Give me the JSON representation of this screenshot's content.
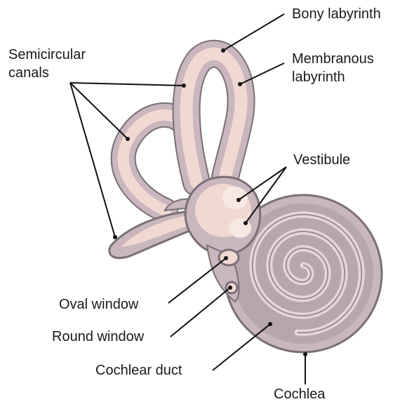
{
  "labels": {
    "bony_labyrinth": "Bony labyrinth",
    "membranous_labyrinth_1": "Membranous",
    "membranous_labyrinth_2": "labyrinth",
    "semicircular_canals_1": "Semicircular",
    "semicircular_canals_2": "canals",
    "vestibule": "Vestibule",
    "oval_window": "Oval window",
    "round_window": "Round window",
    "cochlear_duct": "Cochlear duct",
    "cochlea": "Cochlea"
  },
  "colors": {
    "bony_outline": "#7a6f76",
    "bony_fill": "#c9b6be",
    "membranous_fill": "#f1d9d2",
    "membranous_highlight": "#f8e8e2",
    "cochlea_outer": "#b9a5ad",
    "cochlea_spiral": "#a08c95",
    "leader_line": "#111111"
  }
}
